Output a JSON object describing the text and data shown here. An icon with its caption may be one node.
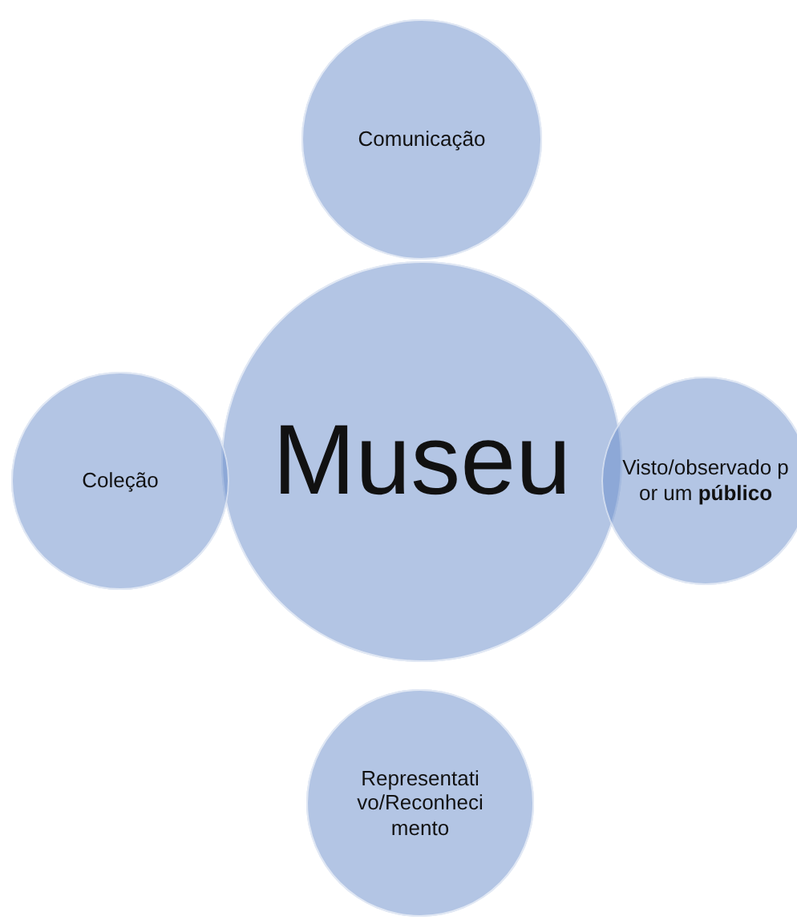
{
  "diagram": {
    "nodes": [
      {
        "text": [
          "Comunicação"
        ]
      },
      {
        "text": [
          "Coleção"
        ]
      },
      {
        "text": [
          "Museu"
        ]
      },
      {
        "text": [
          "Visto/observado por um **público**"
        ]
      },
      {
        "text": [
          "Representativo/Reconhecimento"
        ]
      }
    ]
  }
}
